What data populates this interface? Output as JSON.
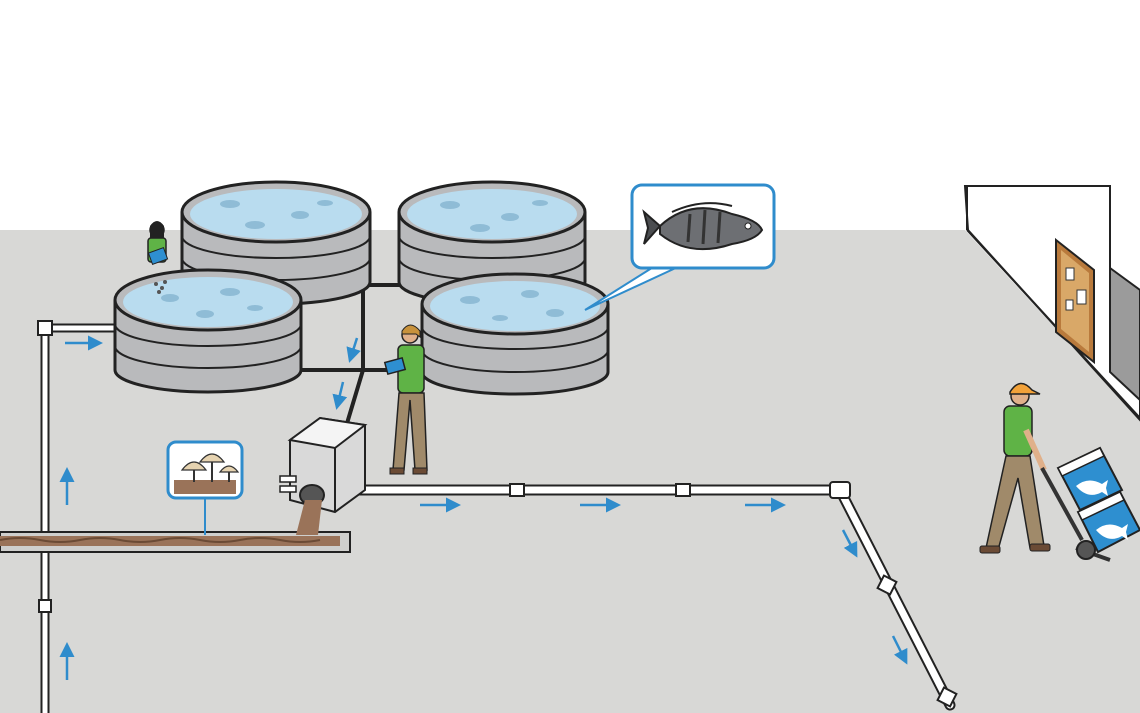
{
  "illustration": {
    "subject": "",
    "tanks": [
      {
        "id": "tank-back-left"
      },
      {
        "id": "tank-back-right"
      },
      {
        "id": "tank-front-left"
      },
      {
        "id": "tank-front-right"
      }
    ],
    "callouts": [
      {
        "id": "fish-callout",
        "icon": "tilapia-fish-icon"
      },
      {
        "id": "mushroom-callout",
        "icon": "mushroom-icon"
      }
    ],
    "people": [
      {
        "id": "worker-feeding-fish",
        "icon": "person-icon"
      },
      {
        "id": "worker-with-clipboard",
        "icon": "person-icon"
      },
      {
        "id": "worker-with-hand-truck",
        "icon": "person-icon"
      }
    ],
    "flow_arrows": [
      "up",
      "up",
      "right",
      "down",
      "down",
      "right",
      "right",
      "right",
      "down",
      "down"
    ],
    "colors": {
      "floor": "#d8d8d6",
      "wall": "#ffffff",
      "water": "#b9dcef",
      "tank": "#b9babc",
      "arrow": "#2f8ccc",
      "shirt": "#5fb346",
      "sludge": "#9a7359",
      "crate": "#2e8fd0",
      "cap": "#f2a23a"
    }
  }
}
